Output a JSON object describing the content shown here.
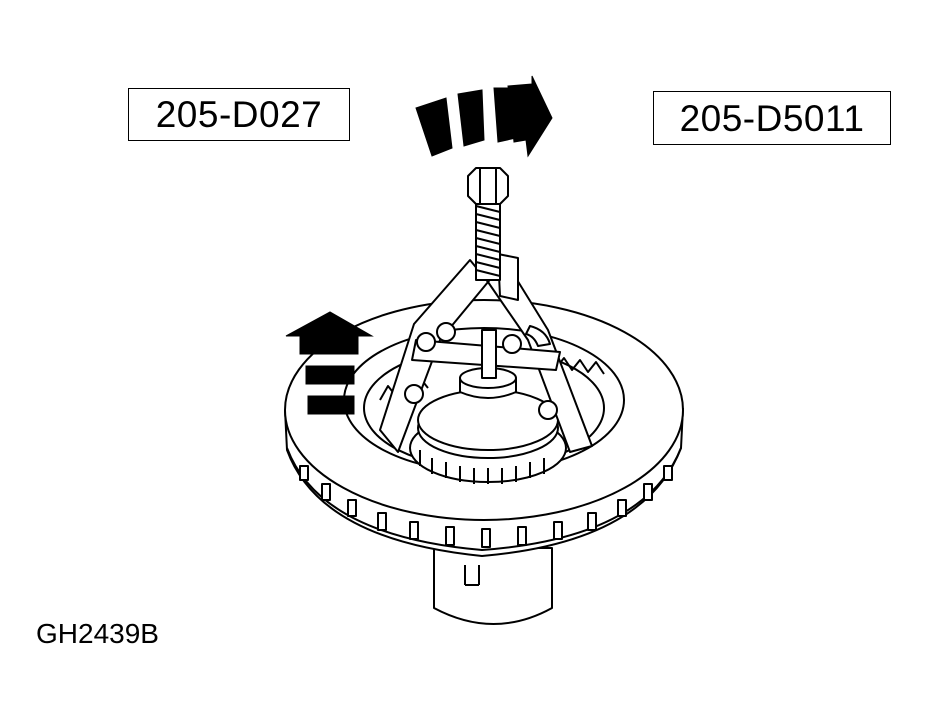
{
  "labels": {
    "tool_left": "205-D027",
    "tool_right": "205-D5011",
    "figure_id": "GH2439B"
  },
  "colors": {
    "line": "#000000",
    "fill": "#ffffff"
  },
  "icons": {
    "rotation_arrow": "rotation-arrow-icon",
    "lift_arrow": "lift-arrow-icon"
  }
}
